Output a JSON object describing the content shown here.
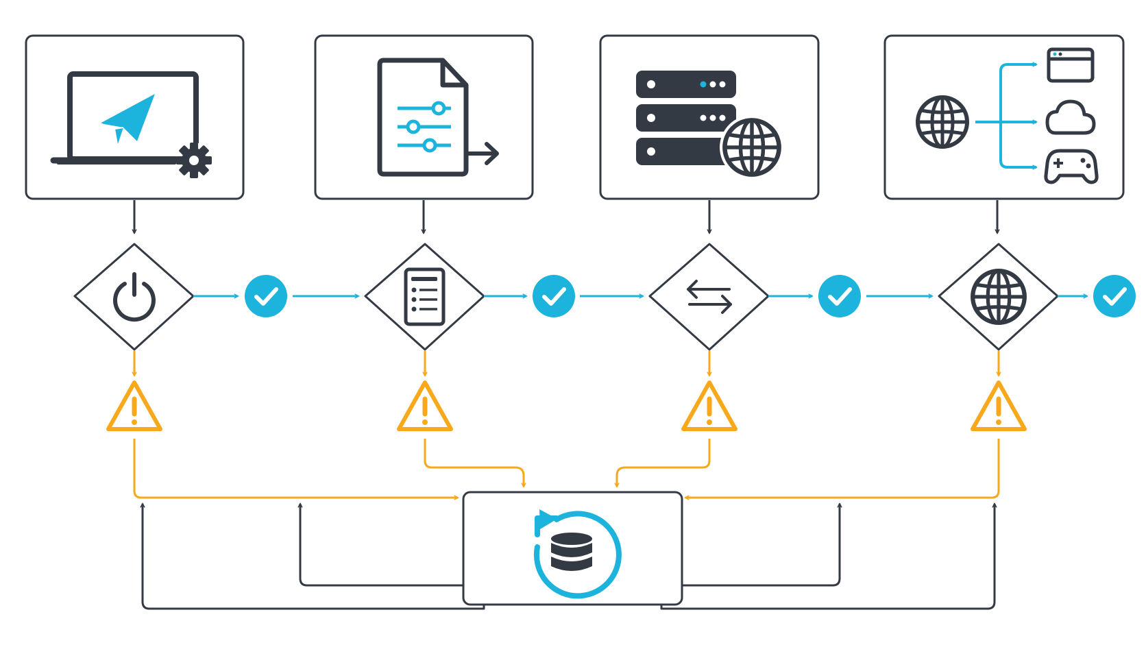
{
  "colors": {
    "stroke": "#333a44",
    "accent": "#1cb3dc",
    "warning": "#f7a81b",
    "background": "#ffffff"
  },
  "stages": [
    {
      "id": "deploy",
      "source_icon": "laptop-send-gear-icon",
      "gate_icon": "power-icon",
      "result_icon": "check-icon",
      "alert_icon": "warning-icon"
    },
    {
      "id": "config",
      "source_icon": "document-sliders-export-icon",
      "gate_icon": "checklist-icon",
      "result_icon": "check-icon",
      "alert_icon": "warning-icon"
    },
    {
      "id": "server",
      "source_icon": "server-globe-icon",
      "gate_icon": "swap-arrows-icon",
      "result_icon": "check-icon",
      "alert_icon": "warning-icon"
    },
    {
      "id": "distribute",
      "source_icon": "globe-branch-icon",
      "gate_icon": "globe-icon",
      "result_icon": "check-icon",
      "alert_icon": "warning-icon"
    }
  ],
  "rollback": {
    "icon": "database-restore-icon"
  }
}
